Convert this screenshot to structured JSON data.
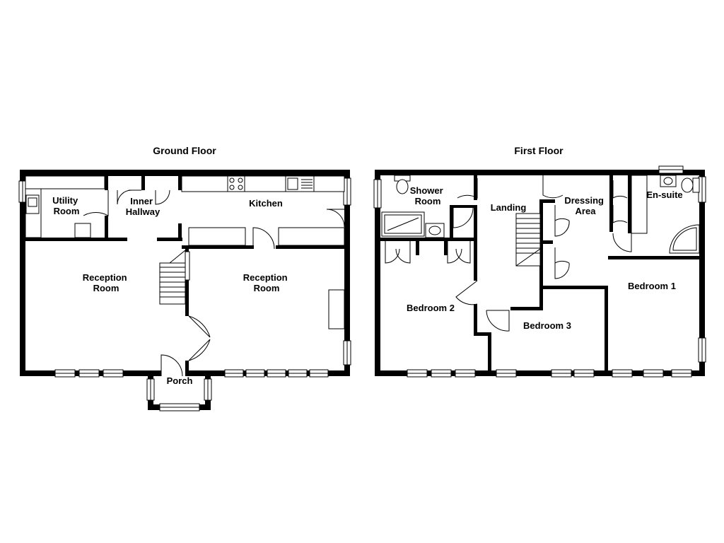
{
  "floors": {
    "ground": {
      "title": "Ground Floor",
      "rooms": {
        "utility": [
          "Utility",
          "Room"
        ],
        "inner_hallway": [
          "Inner",
          "Hallway"
        ],
        "kitchen": [
          "Kitchen"
        ],
        "reception_left": [
          "Reception",
          "Room"
        ],
        "reception_right": [
          "Reception",
          "Room"
        ],
        "porch": [
          "Porch"
        ]
      }
    },
    "first": {
      "title": "First Floor",
      "rooms": {
        "shower_room": [
          "Shower",
          "Room"
        ],
        "landing": [
          "Landing"
        ],
        "dressing_area": [
          "Dressing",
          "Area"
        ],
        "en_suite": [
          "En-suite"
        ],
        "bedroom_1": [
          "Bedroom 1"
        ],
        "bedroom_2": [
          "Bedroom 2"
        ],
        "bedroom_3": [
          "Bedroom 3"
        ]
      }
    }
  },
  "colors": {
    "wall": "#000000",
    "background": "#ffffff"
  }
}
